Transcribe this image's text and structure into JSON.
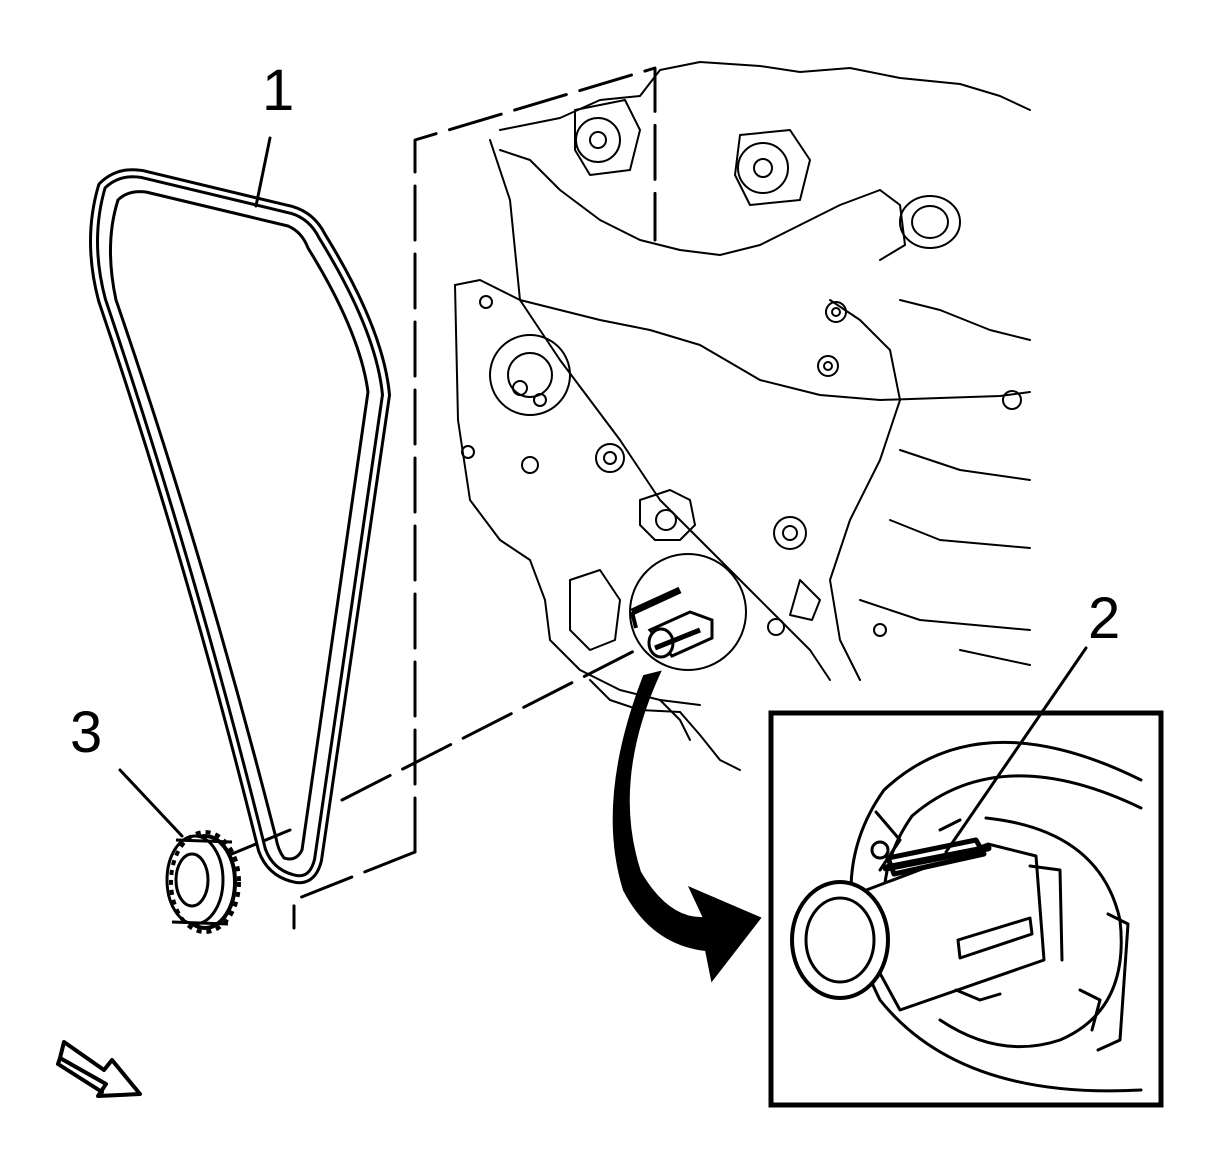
{
  "callouts": [
    {
      "id": "1",
      "label": "1"
    },
    {
      "id": "2",
      "label": "2"
    },
    {
      "id": "3",
      "label": "3"
    }
  ],
  "colors": {
    "ink": "#000000",
    "paper": "#ffffff"
  },
  "icons": [
    "orientation-arrow-icon",
    "detail-view-arrow-icon"
  ]
}
